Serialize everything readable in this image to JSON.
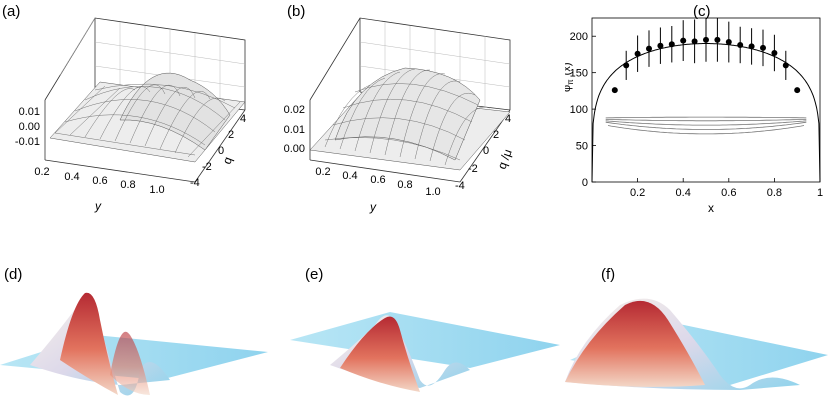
{
  "panels": {
    "a": {
      "label": "(a)",
      "z_ticks": [
        "0.01",
        "0.00",
        "-0.01"
      ],
      "y_ticks": [
        "0.2",
        "0.4",
        "0.6",
        "0.8",
        "1.0"
      ],
      "y_label": "y",
      "q_ticks": [
        "4",
        "2",
        "0",
        "-2",
        "-4"
      ],
      "q_label": "q"
    },
    "b": {
      "label": "(b)",
      "z_ticks": [
        "0.02",
        "0.01",
        "0.00"
      ],
      "y_ticks": [
        "0.2",
        "0.4",
        "0.6",
        "0.8",
        "1.0"
      ],
      "y_label": "y",
      "q_ticks": [
        "4",
        "2",
        "0",
        "-2",
        "-4"
      ],
      "q_label": "q /μ"
    },
    "c": {
      "label": "(c)"
    },
    "d": {
      "label": "(d)"
    },
    "e": {
      "label": "(e)"
    },
    "f": {
      "label": "(f)"
    }
  },
  "chart_data": {
    "type": "scatter",
    "xlabel": "x",
    "ylabel": "φπ (x)",
    "ylabel_main": "φ",
    "ylabel_sub": "π",
    "ylabel_arg": "(x)",
    "xlim": [
      0,
      1
    ],
    "ylim": [
      0,
      225
    ],
    "x_ticks": [
      "0.2",
      "0.4",
      "0.6",
      "0.8",
      "1"
    ],
    "x_tick_values": [
      0.2,
      0.4,
      0.6,
      0.8,
      1
    ],
    "y_ticks": [
      "0",
      "50",
      "100",
      "150",
      "200"
    ],
    "y_tick_values": [
      0,
      50,
      100,
      150,
      200
    ],
    "points": [
      {
        "x": 0.1,
        "y": 126,
        "err": 0
      },
      {
        "x": 0.15,
        "y": 160,
        "err": 20
      },
      {
        "x": 0.2,
        "y": 176,
        "err": 25
      },
      {
        "x": 0.25,
        "y": 183,
        "err": 25
      },
      {
        "x": 0.3,
        "y": 187,
        "err": 25
      },
      {
        "x": 0.35,
        "y": 189,
        "err": 25
      },
      {
        "x": 0.4,
        "y": 194,
        "err": 28
      },
      {
        "x": 0.45,
        "y": 193,
        "err": 30
      },
      {
        "x": 0.5,
        "y": 195,
        "err": 30
      },
      {
        "x": 0.55,
        "y": 195,
        "err": 30
      },
      {
        "x": 0.6,
        "y": 192,
        "err": 28
      },
      {
        "x": 0.65,
        "y": 188,
        "err": 25
      },
      {
        "x": 0.7,
        "y": 186,
        "err": 25
      },
      {
        "x": 0.75,
        "y": 184,
        "err": 25
      },
      {
        "x": 0.8,
        "y": 177,
        "err": 25
      },
      {
        "x": 0.85,
        "y": 160,
        "err": 20
      },
      {
        "x": 0.9,
        "y": 126,
        "err": 0
      }
    ],
    "fit_curve": {
      "shape": "flat-top",
      "height": 190
    },
    "lattice_curves": [
      {
        "y_center": 89,
        "y_edge": 88,
        "x_range": [
          0.06,
          0.94
        ]
      },
      {
        "y_center": 84,
        "y_edge": 86,
        "x_range": [
          0.06,
          0.94
        ]
      },
      {
        "y_center": 78,
        "y_edge": 84,
        "x_range": [
          0.06,
          0.94
        ]
      },
      {
        "y_center": 72,
        "y_edge": 82,
        "x_range": [
          0.06,
          0.94
        ]
      },
      {
        "y_center": 66,
        "y_edge": 78,
        "x_range": [
          0.07,
          0.93
        ]
      }
    ],
    "colors": {
      "lattice": "#777777"
    }
  },
  "surface_colors": {
    "peak": "#c2383f",
    "mid": "#f2e8e0",
    "base": "#9fd9ef"
  }
}
